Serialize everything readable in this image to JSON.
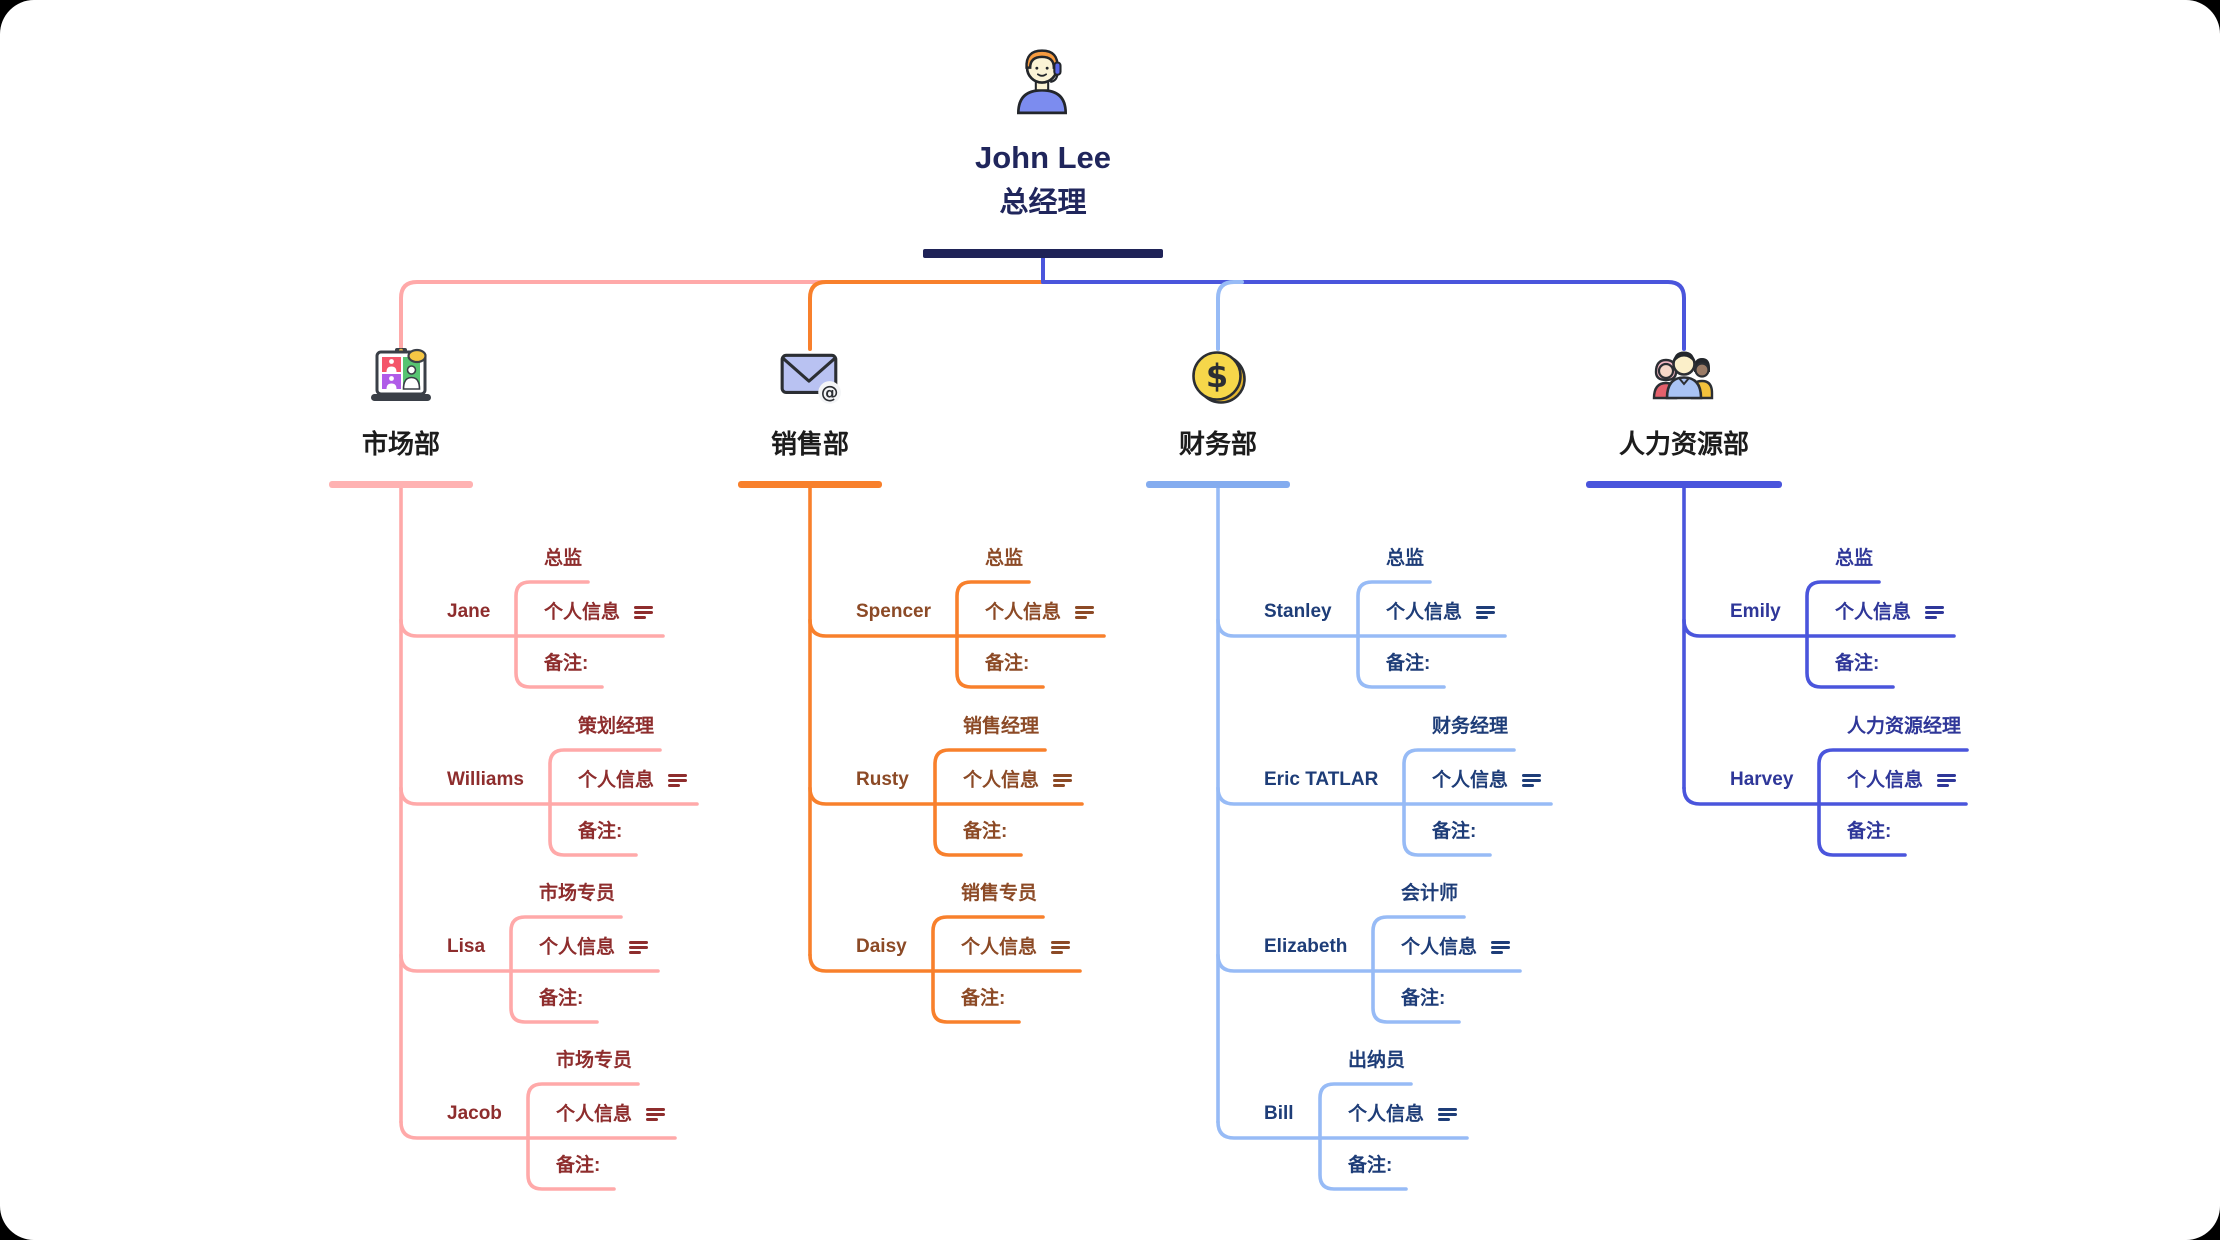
{
  "root": {
    "name": "John Lee",
    "title": "总经理",
    "icon": "person-headset-icon",
    "text_color": "#20265C",
    "bar_color": "#1F2358",
    "stub_color": "#4A55DC"
  },
  "labels": {
    "info": "个人信息",
    "note": "备注:"
  },
  "departments": [
    {
      "label": "市场部",
      "icon": "video-call-icon",
      "line_color": "#FFA9A9",
      "bar_color": "#FFB2B2",
      "text_color": "#8E2D2D",
      "employees": [
        {
          "name": "Jane",
          "role": "总监"
        },
        {
          "name": "Williams",
          "role": "策划经理"
        },
        {
          "name": "Lisa",
          "role": "市场专员"
        },
        {
          "name": "Jacob",
          "role": "市场专员"
        }
      ]
    },
    {
      "label": "销售部",
      "icon": "mail-icon",
      "line_color": "#F8802C",
      "bar_color": "#F8802C",
      "text_color": "#8C4A26",
      "employees": [
        {
          "name": "Spencer",
          "role": "总监"
        },
        {
          "name": "Rusty",
          "role": "销售经理"
        },
        {
          "name": "Daisy",
          "role": "销售专员"
        }
      ]
    },
    {
      "label": "财务部",
      "icon": "coin-icon",
      "line_color": "#97BBF6",
      "bar_color": "#84ACEF",
      "text_color": "#1E3D78",
      "employees": [
        {
          "name": "Stanley",
          "role": "总监"
        },
        {
          "name": "Eric TATLAR",
          "role": "财务经理"
        },
        {
          "name": "Elizabeth",
          "role": "会计师"
        },
        {
          "name": "Bill",
          "role": "出纳员"
        }
      ]
    },
    {
      "label": "人力资源部",
      "icon": "team-icon",
      "line_color": "#4A55DC",
      "bar_color": "#4A55DC",
      "text_color": "#2F3799",
      "employees": [
        {
          "name": "Emily",
          "role": "总监"
        },
        {
          "name": "Harvey",
          "role": "人力资源经理"
        }
      ]
    }
  ]
}
